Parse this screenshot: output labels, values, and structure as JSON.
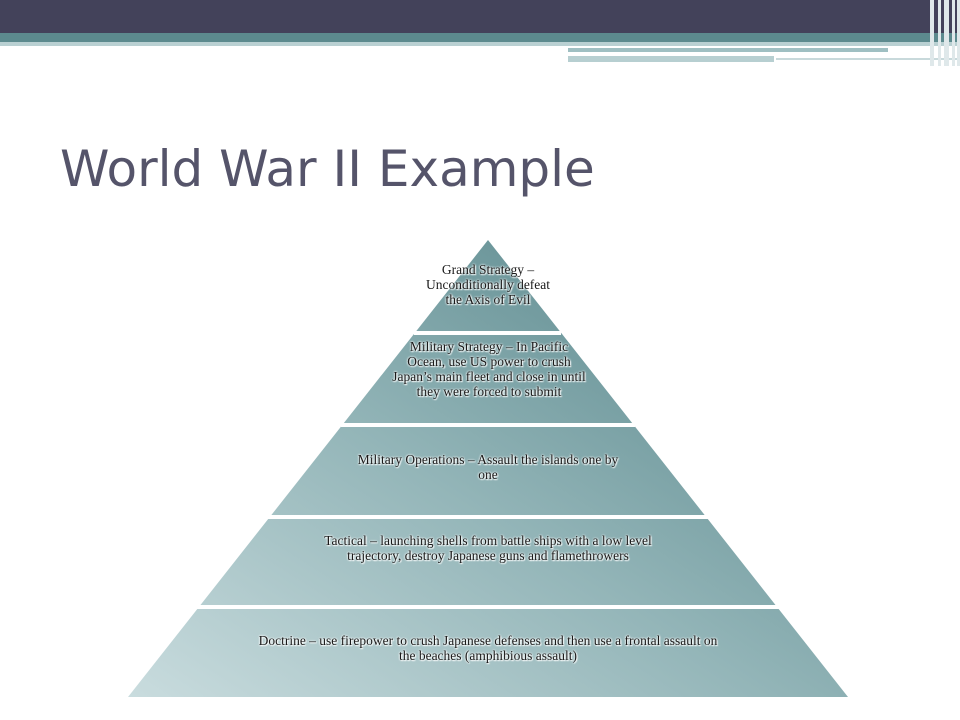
{
  "slide": {
    "title": "World War II Example"
  },
  "pyramid": {
    "levels": [
      {
        "label": "Grand Strategy – Unconditionally defeat the Axis of Evil"
      },
      {
        "label": "Military Strategy – In Pacific Ocean, use US power to crush Japan’s main fleet and close in until they were forced to submit"
      },
      {
        "label": "Military Operations – Assault the islands one by one"
      },
      {
        "label": "Tactical – launching shells from battle ships with a low level trajectory, destroy Japanese guns and flamethrowers"
      },
      {
        "label": "Doctrine – use firepower to crush Japanese defenses and then use a frontal assault on the beaches (amphibious assault)"
      }
    ]
  },
  "colors": {
    "header": "#43425a",
    "accent": "#5c8a8e",
    "title_text": "#55546a",
    "pyramid_dark": "#5f8b90",
    "pyramid_light": "#bfd4d6"
  }
}
